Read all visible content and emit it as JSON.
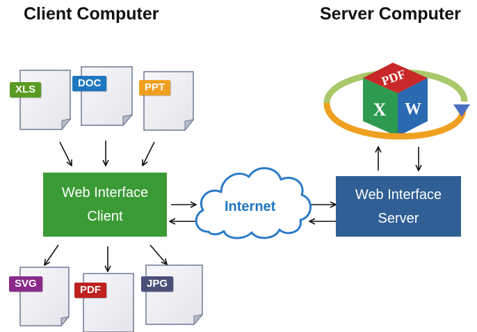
{
  "headings": {
    "client": "Client Computer",
    "server": "Server Computer"
  },
  "client_box": {
    "line1": "Web Interface",
    "line2": "Client",
    "color": "#3a9a35"
  },
  "server_box": {
    "line1": "Web Interface",
    "line2": "Server",
    "color": "#2f5f94"
  },
  "internet_label": "Internet",
  "input_docs": [
    {
      "label": "XLS",
      "color": "#5a9a22"
    },
    {
      "label": "DOC",
      "color": "#1f77c0"
    },
    {
      "label": "PPT",
      "color": "#f0a020"
    }
  ],
  "output_docs": [
    {
      "label": "SVG",
      "color": "#8a2a8a"
    },
    {
      "label": "PDF",
      "color": "#c02020"
    },
    {
      "label": "JPG",
      "color": "#4a5078"
    }
  ],
  "server_cube": {
    "faces": [
      "PDF",
      "X",
      "W"
    ],
    "colors": {
      "top": "#c82828",
      "left": "#2e9a50",
      "right": "#2a6ab0",
      "ring": "#f0a020",
      "ring_accent": "#4a70c0"
    }
  }
}
